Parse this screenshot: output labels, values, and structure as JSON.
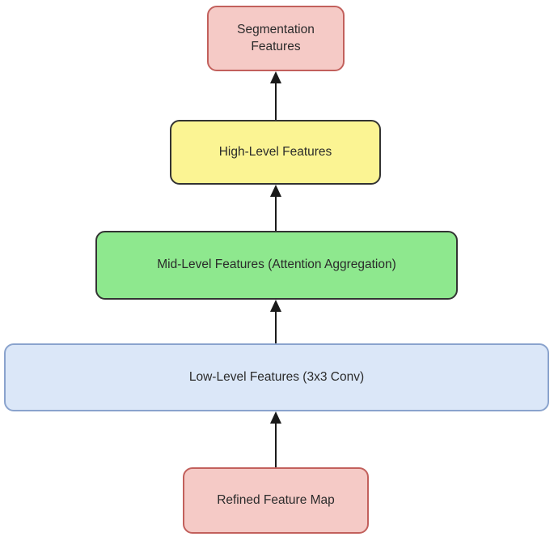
{
  "diagram": {
    "type": "flowchart",
    "direction": "bottom-to-top",
    "background_color": "#ffffff",
    "text_color": "#2b2b2b",
    "arrow_color": "#1a1a1a",
    "nodes": [
      {
        "id": "segmentation-features",
        "label": "Segmentation Features",
        "fill": "#f5cac6",
        "stroke": "#c2605c"
      },
      {
        "id": "high-level-features",
        "label": "High-Level Features",
        "fill": "#fbf493",
        "stroke": "#333333"
      },
      {
        "id": "mid-level-features",
        "label": "Mid-Level Features (Attention Aggregation)",
        "fill": "#8ee88e",
        "stroke": "#333333"
      },
      {
        "id": "low-level-features",
        "label": "Low-Level Features (3x3 Conv)",
        "fill": "#dbe7f8",
        "stroke": "#8aa3cd"
      },
      {
        "id": "refined-feature-map",
        "label": "Refined Feature Map",
        "fill": "#f5cac6",
        "stroke": "#c2605c"
      }
    ],
    "edges": [
      {
        "from": "refined-feature-map",
        "to": "low-level-features",
        "arrow": "up"
      },
      {
        "from": "low-level-features",
        "to": "mid-level-features",
        "arrow": "up"
      },
      {
        "from": "mid-level-features",
        "to": "high-level-features",
        "arrow": "up"
      },
      {
        "from": "high-level-features",
        "to": "segmentation-features",
        "arrow": "up"
      }
    ]
  }
}
